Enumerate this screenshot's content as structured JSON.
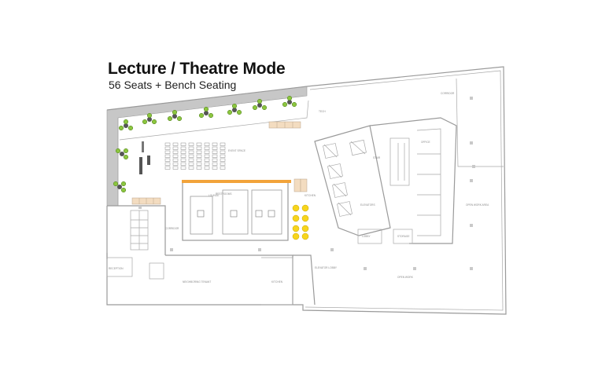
{
  "header": {
    "title": "Lecture / Theatre Mode",
    "subtitle": "56 Seats + Bench Seating"
  },
  "colors": {
    "wall": "#9a9a9a",
    "thick_wall": "#c7c7c7",
    "chair_green": "#8cc63f",
    "table_dark": "#555555",
    "bench_orange": "#f2a33a",
    "stool_yellow": "#f7d51d",
    "counter_tan": "#f3dcc0"
  },
  "room_labels": {
    "elevators": "ELEVATORS",
    "corridor": "CORRIDOR",
    "stair": "STAIR",
    "restrooms": "RESTROOMS",
    "open_work": "OPEN WORK",
    "office": "OFFICE",
    "lounge": "LOUNGE",
    "kitchen": "KITCHEN",
    "mechanical": "MECHANICAL",
    "reception": "RECEPTION",
    "storage": "STORAGE",
    "lobby": "LOBBY",
    "event_space": "EVENT SPACE",
    "neighbor": "NEIGHBORING TENANT",
    "dept_office": "OPEN WORK AREA",
    "elev_lobby": "ELEVATOR LOBBY",
    "tech": "TECH"
  }
}
